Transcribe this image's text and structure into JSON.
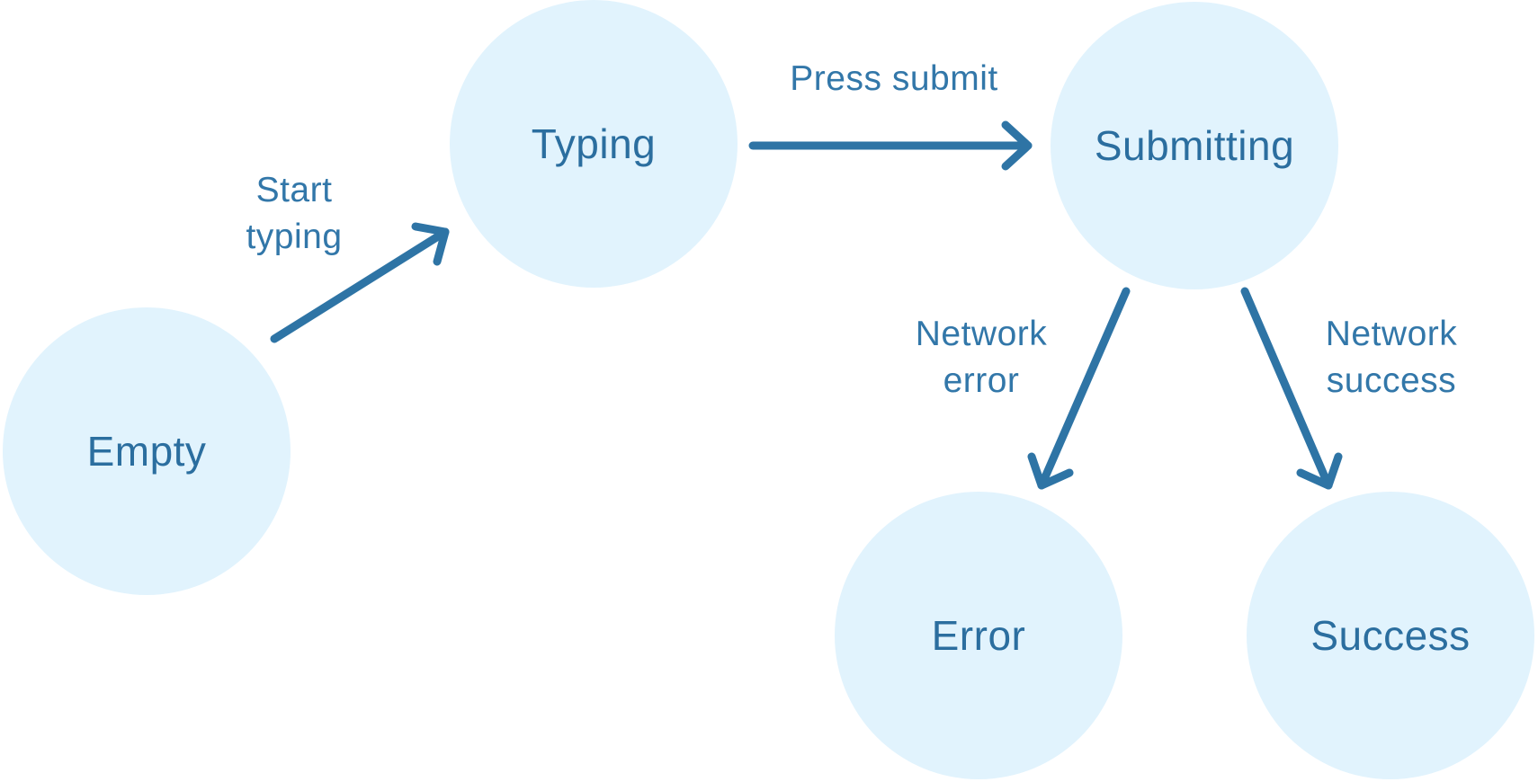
{
  "diagram": {
    "type": "state-machine",
    "colors": {
      "background": "#ffffff",
      "node_fill": "#e1f3fd",
      "node_text": "#2b6e9f",
      "edge_label_text": "#3277a9",
      "arrow_stroke": "#2e74a5"
    },
    "nodes": [
      {
        "id": "empty",
        "label": "Empty"
      },
      {
        "id": "typing",
        "label": "Typing"
      },
      {
        "id": "submitting",
        "label": "Submitting"
      },
      {
        "id": "error",
        "label": "Error"
      },
      {
        "id": "success",
        "label": "Success"
      }
    ],
    "edges": [
      {
        "from": "empty",
        "to": "typing",
        "label": "Start typing"
      },
      {
        "from": "typing",
        "to": "submitting",
        "label": "Press submit"
      },
      {
        "from": "submitting",
        "to": "error",
        "label": "Network error"
      },
      {
        "from": "submitting",
        "to": "success",
        "label": "Network success"
      }
    ]
  }
}
